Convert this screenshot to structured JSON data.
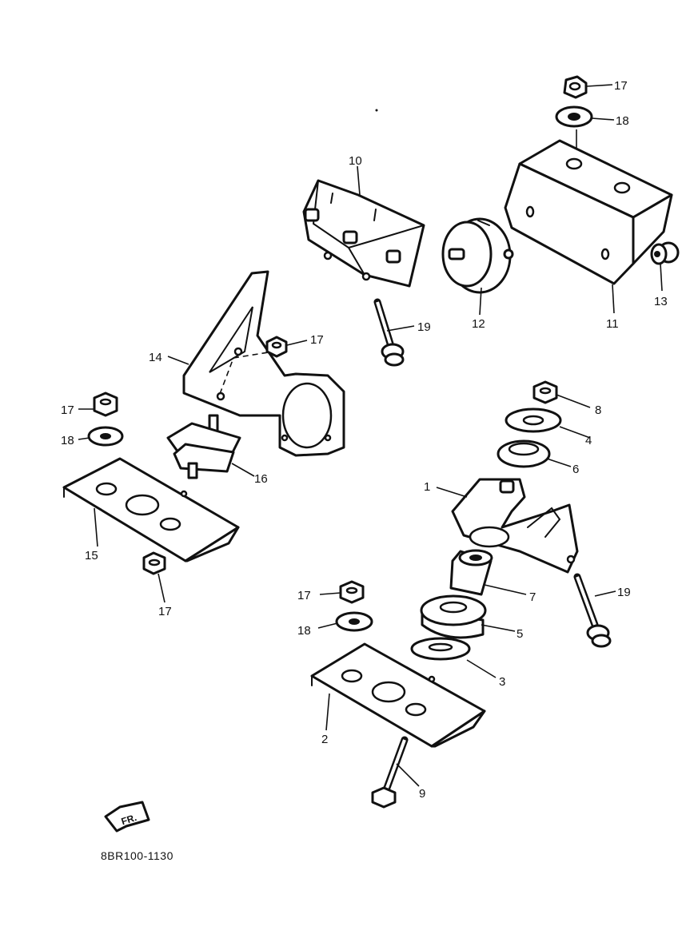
{
  "diagram_code": "8BR100-1130",
  "front_marker": "FR.",
  "callouts": [
    {
      "id": "c17a",
      "text": "17"
    },
    {
      "id": "c18a",
      "text": "18"
    },
    {
      "id": "c10",
      "text": "10"
    },
    {
      "id": "c12",
      "text": "12"
    },
    {
      "id": "c11",
      "text": "11"
    },
    {
      "id": "c13",
      "text": "13"
    },
    {
      "id": "c19a",
      "text": "19"
    },
    {
      "id": "c17b",
      "text": "17"
    },
    {
      "id": "c14",
      "text": "14"
    },
    {
      "id": "c17c",
      "text": "17"
    },
    {
      "id": "c18b",
      "text": "18"
    },
    {
      "id": "c16",
      "text": "16"
    },
    {
      "id": "c15",
      "text": "15"
    },
    {
      "id": "c17d",
      "text": "17"
    },
    {
      "id": "c8",
      "text": "8"
    },
    {
      "id": "c4",
      "text": "4"
    },
    {
      "id": "c6",
      "text": "6"
    },
    {
      "id": "c1",
      "text": "1"
    },
    {
      "id": "c7",
      "text": "7"
    },
    {
      "id": "c19b",
      "text": "19"
    },
    {
      "id": "c5",
      "text": "5"
    },
    {
      "id": "c17e",
      "text": "17"
    },
    {
      "id": "c18c",
      "text": "18"
    },
    {
      "id": "c3",
      "text": "3"
    },
    {
      "id": "c2",
      "text": "2"
    },
    {
      "id": "c9",
      "text": "9"
    }
  ]
}
